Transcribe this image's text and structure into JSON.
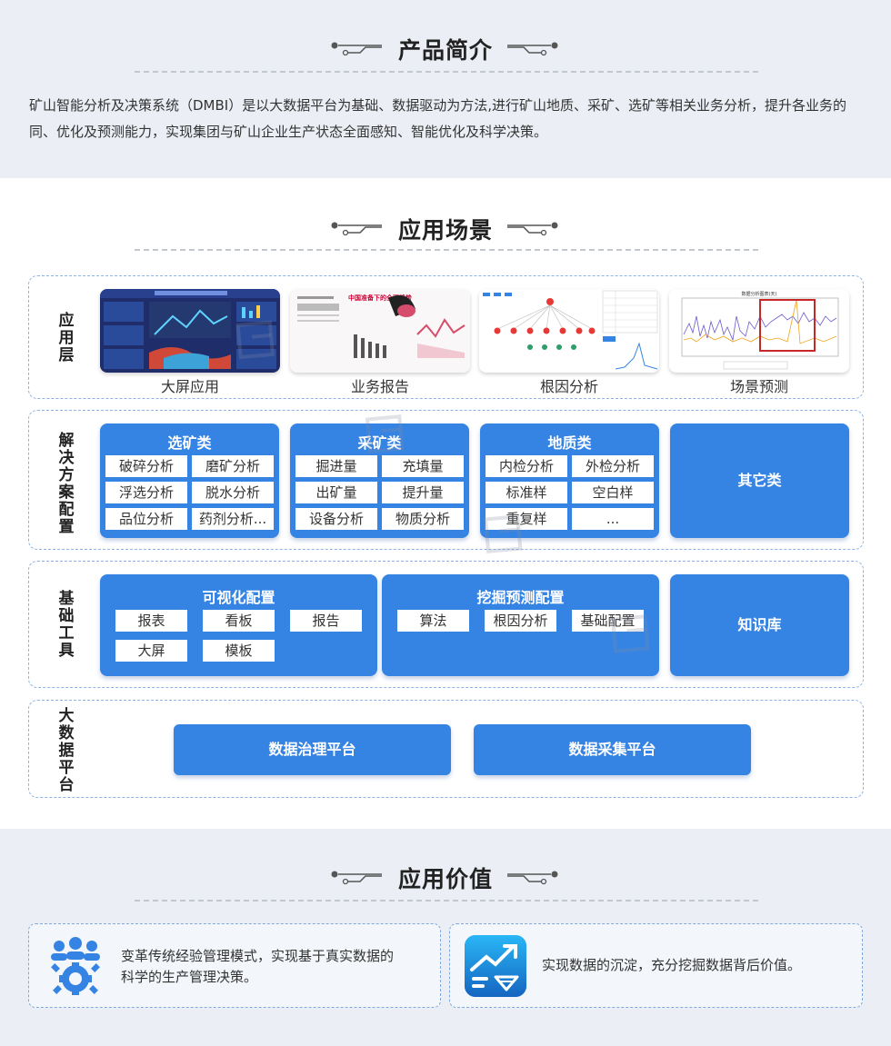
{
  "intro": {
    "title": "产品简介",
    "text_line1": "矿山智能分析及决策系统（DMBI）是以大数据平台为基础、数据驱动为方法,进行矿山地质、采矿、选矿等相关业务分析，提升各业务的",
    "text_line2": "同、优化及预测能力，实现集团与矿山企业生产状态全面感知、智能优化及科学决策。"
  },
  "scenarios": {
    "title": "应用场景",
    "app_layer": {
      "label": "应用层",
      "items": [
        "大屏应用",
        "业务报告",
        "根因分析",
        "场景预测"
      ]
    },
    "solution_layer": {
      "label": "解决方案配置",
      "groups": [
        {
          "title": "选矿类",
          "items": [
            "破碎分析",
            "磨矿分析",
            "浮选分析",
            "脱水分析",
            "品位分析",
            "药剂分析..."
          ]
        },
        {
          "title": "采矿类",
          "items": [
            "掘进量",
            "充填量",
            "出矿量",
            "提升量",
            "设备分析",
            "物质分析"
          ]
        },
        {
          "title": "地质类",
          "items": [
            "内检分析",
            "外检分析",
            "标准样",
            "空白样",
            "重复样",
            "..."
          ]
        }
      ],
      "other": "其它类"
    },
    "tool_layer": {
      "label": "基础工具",
      "visual": {
        "title": "可视化配置",
        "items": [
          "报表",
          "看板",
          "报告",
          "大屏",
          "模板"
        ]
      },
      "mining": {
        "title": "挖掘预测配置",
        "items": [
          "算法",
          "根因分析",
          "基础配置"
        ]
      },
      "knowledge": "知识库"
    },
    "data_layer": {
      "label": "大数据平台",
      "governance": "数据治理平台",
      "collection": "数据采集平台"
    }
  },
  "value": {
    "title": "应用价值",
    "cards": [
      {
        "text_line1": "变革传统经验管理模式，实现基于真实数据的",
        "text_line2": "科学的生产管理决策。"
      },
      {
        "text_line1": "实现数据的沉淀，充分挖掘数据背后价值。"
      }
    ]
  },
  "thumbs": {
    "report_heading": "中国准备下的全面趋势",
    "predict_heading": "数据分析图表(天)"
  },
  "colors": {
    "primary": "#3584e4",
    "band": "#ebeff5",
    "border": "#8db3e6"
  }
}
